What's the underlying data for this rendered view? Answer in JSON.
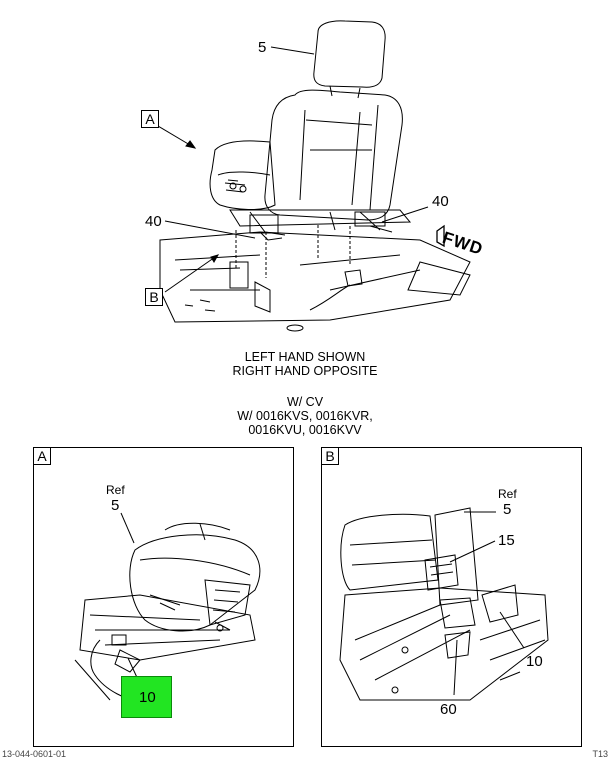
{
  "main_view": {
    "callout_5": "5",
    "callout_40_left": "40",
    "callout_40_right": "40",
    "ref_a": "A",
    "ref_b": "B",
    "fwd": "FWD"
  },
  "captions": {
    "line1": "LEFT HAND SHOWN",
    "line2": "RIGHT HAND OPPOSITE",
    "line3": "W/ CV",
    "line4": "W/ 0016KVS, 0016KVR,",
    "line5": "0016KVU, 0016KVV"
  },
  "detail_a": {
    "label": "A",
    "ref_text": "Ref",
    "ref_num": "5",
    "callout_10": "10",
    "highlight_color": "#22e522"
  },
  "detail_b": {
    "label": "B",
    "ref_text": "Ref",
    "ref_num": "5",
    "callout_15": "15",
    "callout_10": "10",
    "callout_60": "60"
  },
  "footer": {
    "left": "13-044-0601-01",
    "right": "T13"
  }
}
